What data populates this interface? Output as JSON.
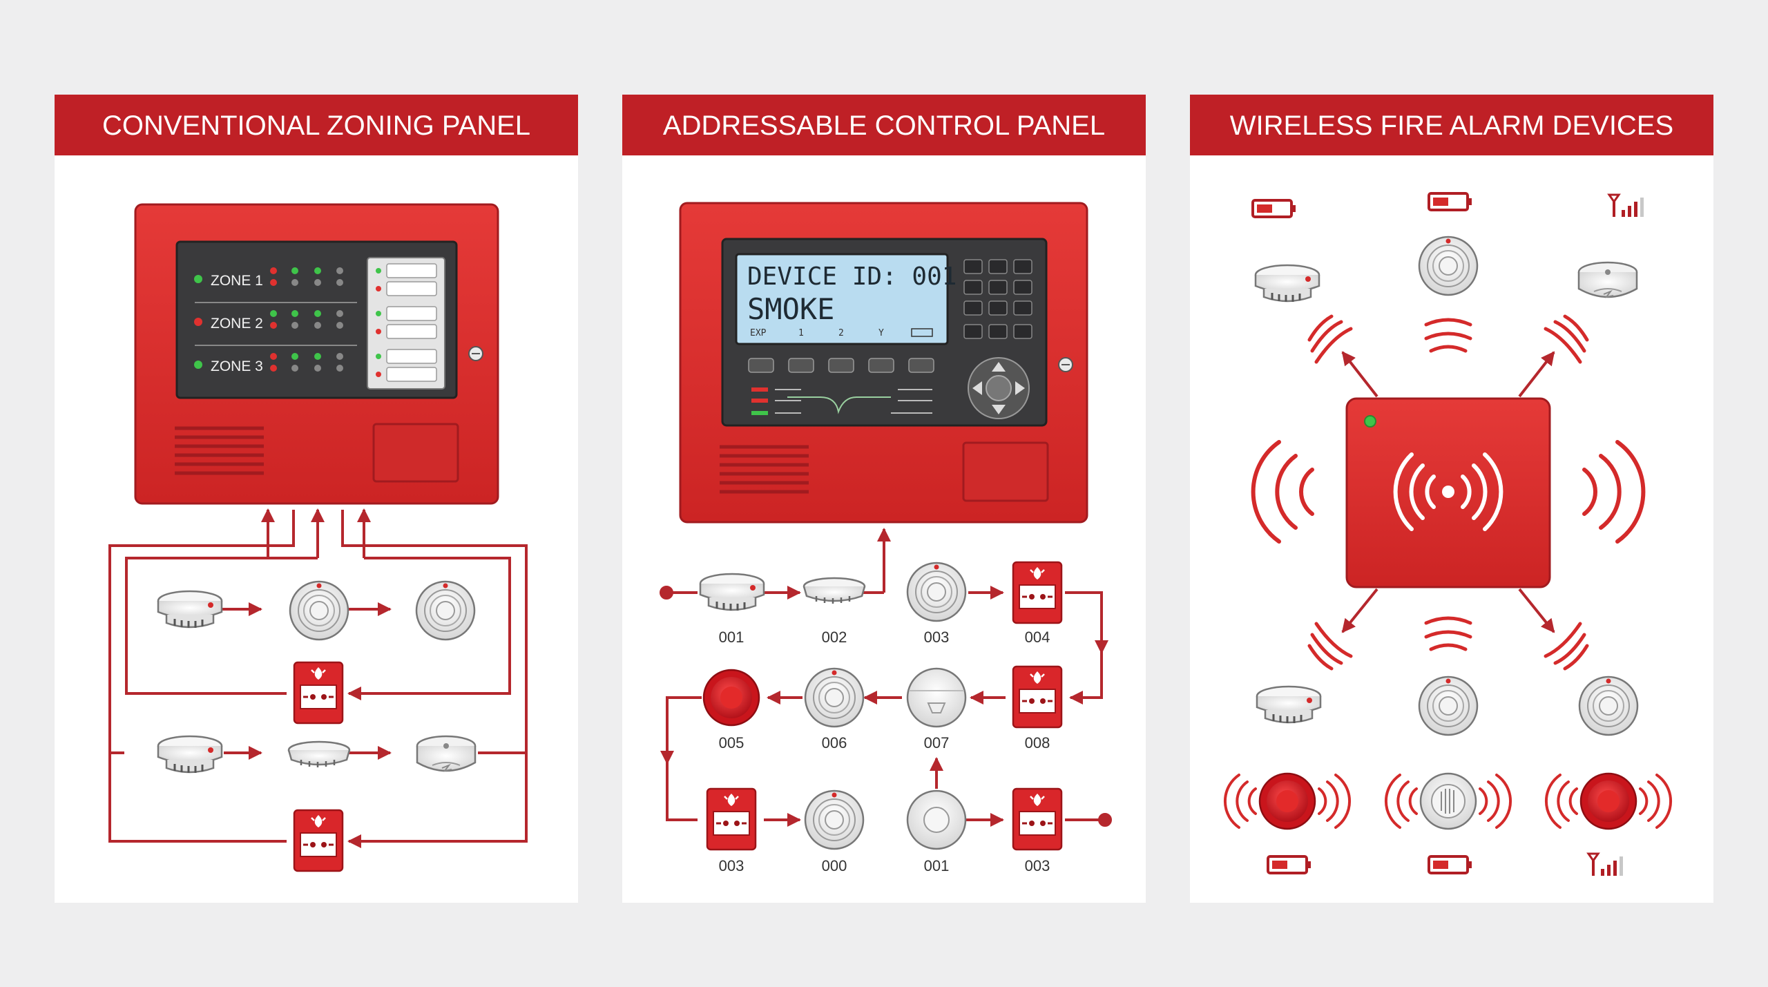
{
  "panels": [
    {
      "title": "CONVENTIONAL ZONING PANEL",
      "zones": [
        "ZONE 1",
        "ZONE 2",
        "ZONE 3"
      ]
    },
    {
      "title": "ADDRESSABLE CONTROL PANEL",
      "lcd": {
        "line1": "DEVICE ID: 001",
        "line2": "SMOKE",
        "status": [
          "EXP",
          "1",
          "2",
          "Y"
        ]
      },
      "device_labels": {
        "row1": [
          "001",
          "002",
          "003",
          "004"
        ],
        "row2": [
          "005",
          "006",
          "007",
          "008"
        ],
        "row3": [
          "003",
          "000",
          "001",
          "003"
        ]
      }
    },
    {
      "title": "WIRELESS FIRE ALARM DEVICES"
    }
  ],
  "colors": {
    "brand_red": "#d42a2a",
    "dark_red": "#b01e24",
    "header_red": "#bf2026",
    "wire": "#b5272d",
    "panel_dark": "#3a3a3c",
    "lcd": "#b9dcf0",
    "led_green": "#3fc44a",
    "led_red": "#e0312f"
  },
  "icons": [
    "smoke-detector-icon",
    "heat-detector-icon",
    "manual-call-point-icon",
    "sounder-beacon-icon",
    "battery-icon",
    "signal-icon",
    "wireless-waves-icon"
  ]
}
